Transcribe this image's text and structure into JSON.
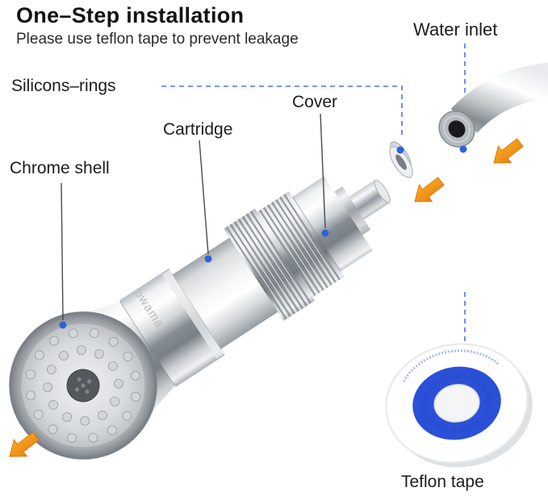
{
  "header": {
    "title": "One–Step installation",
    "subtitle": "Please use teflon tape to prevent leakage"
  },
  "callouts": {
    "water_inlet": "Water inlet",
    "silicone_rings": "Silicons–rings",
    "cover": "Cover",
    "cartridge": "Cartridge",
    "chrome_shell": "Chrome shell",
    "teflon_tape": "Teflon tape"
  },
  "brand_text": "bwama",
  "colors": {
    "callout_dot_blue": "#2e63d8",
    "dashed_line_blue": "#4a74e8",
    "arrow_orange": "#f59b20",
    "tape_blue": "#2b50d8"
  }
}
